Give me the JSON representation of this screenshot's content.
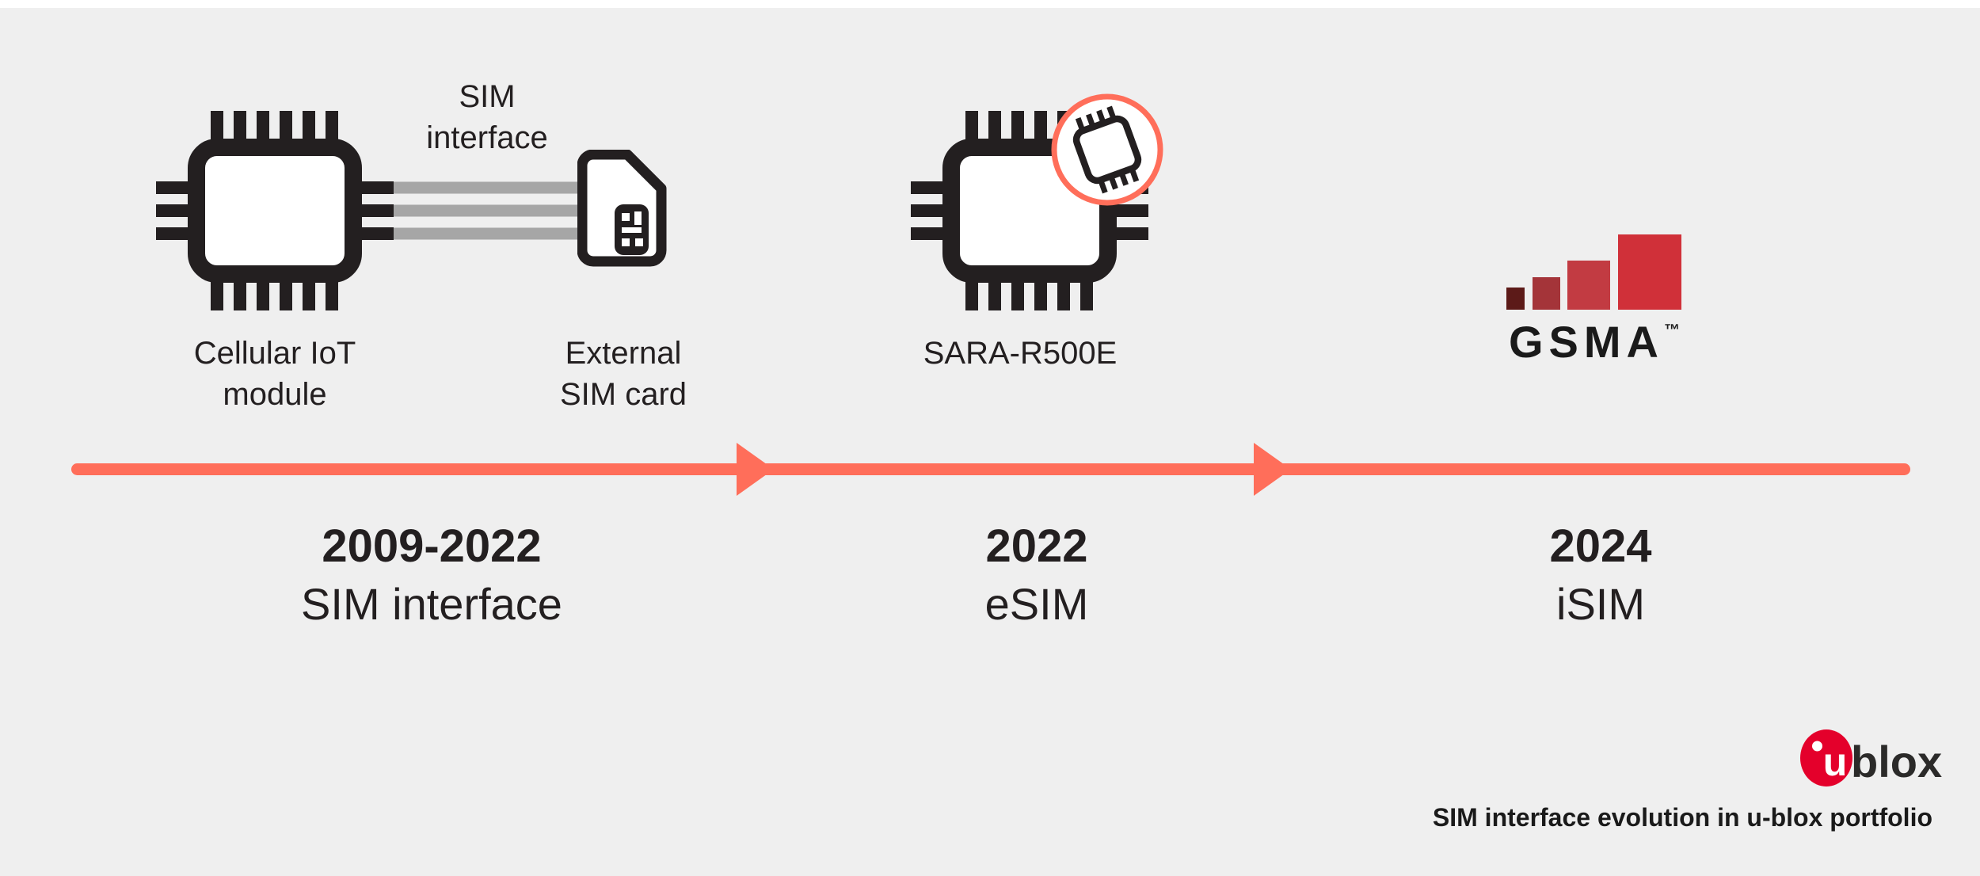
{
  "page": {
    "background": "#efefef",
    "top_strip_color": "#ffffff"
  },
  "colors": {
    "ink": "#231f20",
    "coral": "#ff6e5a",
    "connector_gray": "#a6a6a6",
    "white": "#ffffff",
    "gsma_bars": [
      "#5c1a18",
      "#a43439",
      "#c23b42",
      "#d03039"
    ],
    "ublox_red": "#e4002b",
    "ublox_dark": "#2b2a29"
  },
  "stage1": {
    "interface_label_line1": "SIM",
    "interface_label_line2": "interface",
    "module_label_line1": "Cellular IoT",
    "module_label_line2": "module",
    "card_label_line1": "External",
    "card_label_line2": "SIM card",
    "year": "2009-2022",
    "title": "SIM interface"
  },
  "stage2": {
    "module_label": "SARA-R500E",
    "year": "2022",
    "title": "eSIM"
  },
  "stage3": {
    "gsma_wordmark": "GSMA",
    "gsma_tm": "™",
    "year": "2024",
    "title": "iSIM"
  },
  "footer": {
    "logo_u": "u",
    "logo_blox": "blox",
    "caption": "SIM interface evolution in u-blox portfolio"
  }
}
